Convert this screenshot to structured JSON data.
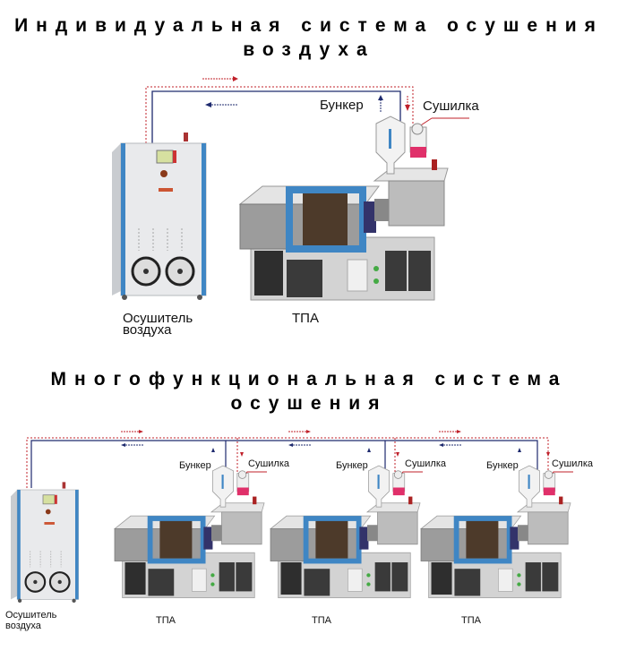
{
  "section1": {
    "title_line1": "Индивидуальная система осушения",
    "title_line2": "воздуха",
    "labels": {
      "hopper": "Бункер",
      "dryer": "Сушилка",
      "air_dryer_line1": "Осушитель",
      "air_dryer_line2": "воздуха",
      "machine": "ТПА"
    }
  },
  "section2": {
    "title_line1": "Многофункциональная система",
    "title_line2": "осушения",
    "air_dryer_line1": "Осушитель",
    "air_dryer_line2": "воздуха",
    "machines": [
      {
        "label": "ТПА",
        "hopper": "Бункер",
        "dryer": "Сушилка"
      },
      {
        "label": "ТПА",
        "hopper": "Бункер",
        "dryer": "Сушилка"
      },
      {
        "label": "ТПА",
        "hopper": "Бункер",
        "dryer": "Сушилка"
      }
    ]
  },
  "colors": {
    "supply_line": "#c0202a",
    "return_line": "#1e2a6e",
    "frame_blue": "#3f86c4"
  }
}
